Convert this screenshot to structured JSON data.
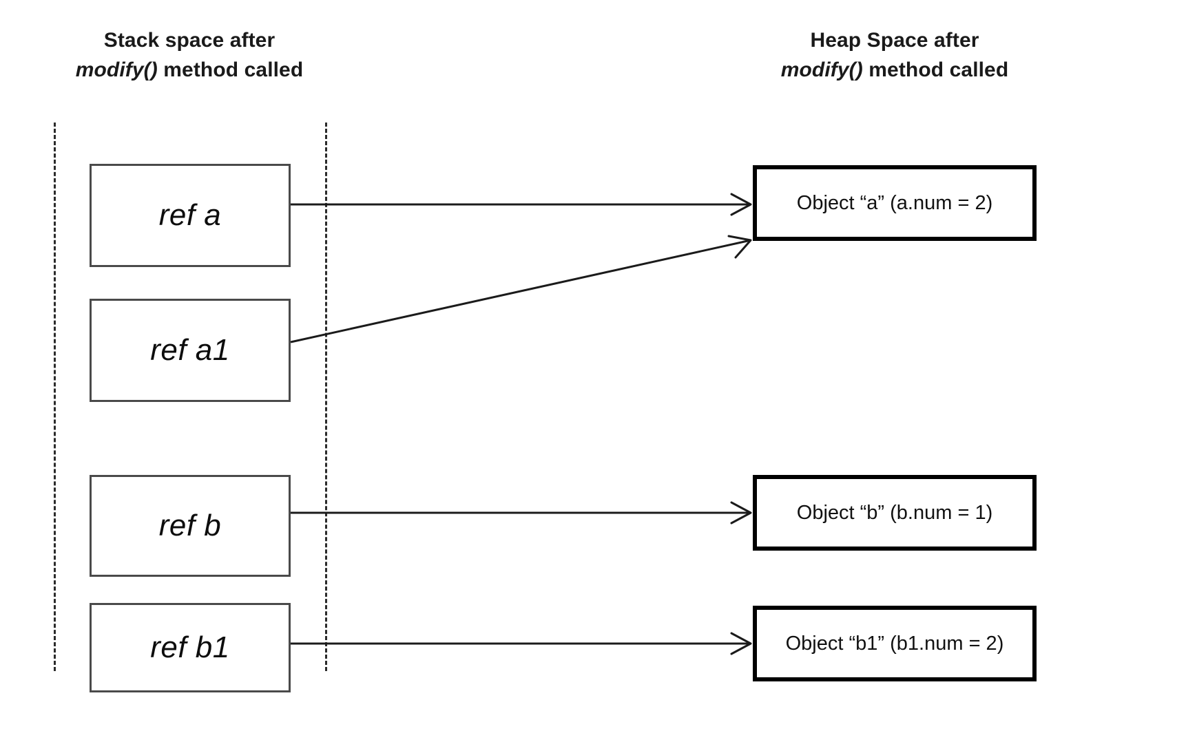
{
  "headings": {
    "stack": {
      "line1": "Stack space after",
      "line2_italic": "modify()",
      "line2_rest": " method called"
    },
    "heap": {
      "line1": "Heap Space after",
      "line2_italic": "modify()",
      "line2_rest": " method called"
    }
  },
  "stack": {
    "boxes": [
      {
        "label": "ref a"
      },
      {
        "label": "ref a1"
      },
      {
        "label": "ref b"
      },
      {
        "label": "ref b1"
      }
    ]
  },
  "heap": {
    "boxes": [
      {
        "label": "Object “a” (a.num = 2)"
      },
      {
        "label": "Object “b” (b.num = 1)"
      },
      {
        "label": "Object “b1” (b1.num = 2)"
      }
    ]
  },
  "arrows": [
    {
      "name": "ref-a-to-object-a",
      "from": "ref a",
      "to": "Object “a” (a.num = 2)"
    },
    {
      "name": "ref-a1-to-object-a",
      "from": "ref a1",
      "to": "Object “a” (a.num = 2)"
    },
    {
      "name": "ref-b-to-object-b",
      "from": "ref b",
      "to": "Object “b” (b.num = 1)"
    },
    {
      "name": "ref-b1-to-object-b1",
      "from": "ref b1",
      "to": "Object “b1” (b1.num = 2)"
    }
  ],
  "colors": {
    "background": "#ffffff",
    "stack_box_border": "#4a4a4a",
    "heap_box_border": "#000000",
    "divider": "#2b2b2b",
    "text": "#111111"
  }
}
